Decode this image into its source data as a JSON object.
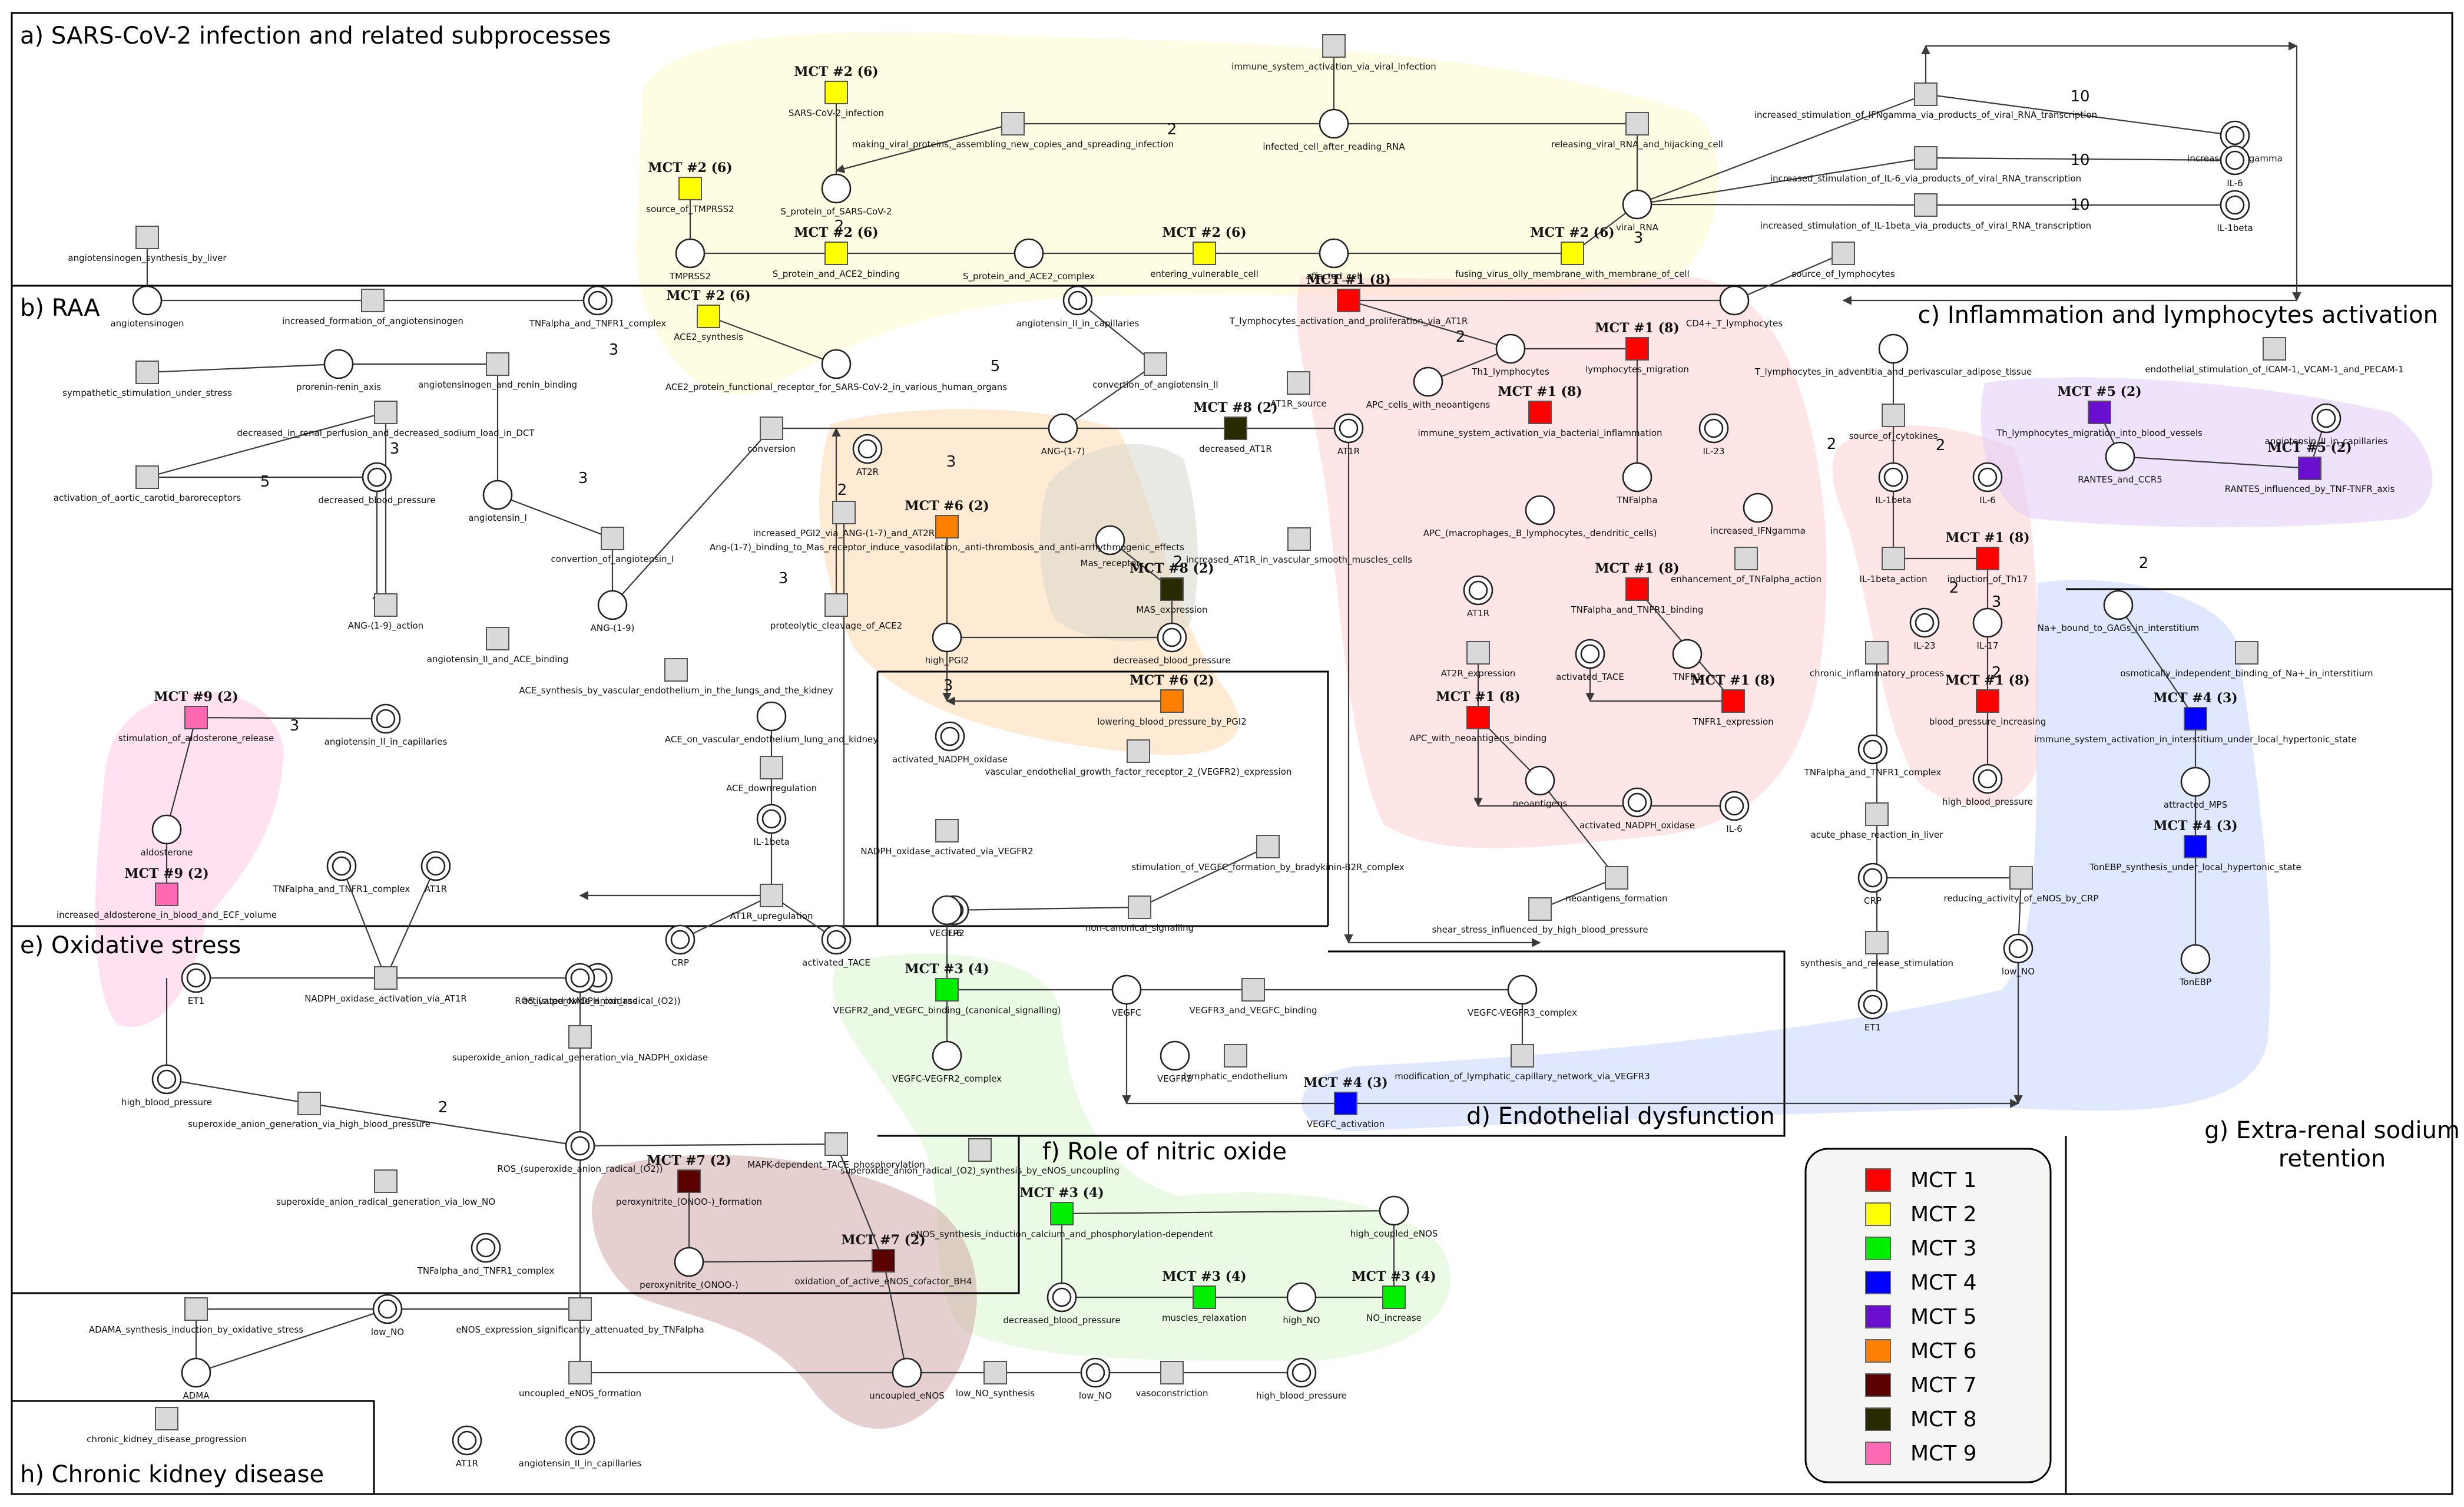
{
  "regions": [
    {
      "title": "a) SARS-CoV-2 infection and related subprocesses"
    },
    {
      "title": "b) RAA"
    },
    {
      "title": "c) Inflammation and lymphocytes activation"
    },
    {
      "title": "d) Endothelial dysfunction"
    },
    {
      "title": "e) Oxidative stress"
    },
    {
      "title": "f) Role of nitric oxide"
    },
    {
      "title": "g) Extra-renal sodium retention"
    },
    {
      "title": "h) Chronic kidney disease"
    }
  ],
  "mct_colors": {
    "MCT 1": "#ff0000",
    "MCT 2": "#ffff00",
    "MCT 3": "#00ee00",
    "MCT 4": "#0000ff",
    "MCT 5": "#6a0fcf",
    "MCT 6": "#ff8000",
    "MCT 7": "#5a0000",
    "MCT 8": "#2a2a00",
    "MCT 9": "#ff69b4"
  },
  "legend": [
    {
      "label": "MCT 1",
      "color": "#ff0000"
    },
    {
      "label": "MCT 2",
      "color": "#ffff00"
    },
    {
      "label": "MCT 3",
      "color": "#00ee00"
    },
    {
      "label": "MCT 4",
      "color": "#0000ff"
    },
    {
      "label": "MCT 5",
      "color": "#6a0fcf"
    },
    {
      "label": "MCT 6",
      "color": "#ff8000"
    },
    {
      "label": "MCT 7",
      "color": "#5a0000"
    },
    {
      "label": "MCT 8",
      "color": "#2a2a00"
    },
    {
      "label": "MCT 9",
      "color": "#ff69b4"
    }
  ],
  "places": [
    {
      "label": "S_protein_of_SARS-CoV-2",
      "double": false
    },
    {
      "label": "infected_cell_after_reading_RNA",
      "double": false
    },
    {
      "label": "viral_RNA",
      "double": false
    },
    {
      "label": "TMPRSS2",
      "double": false
    },
    {
      "label": "S_protein_and_ACE2_complex",
      "double": false
    },
    {
      "label": "affected_cell",
      "double": false
    },
    {
      "label": "increased_IFNgamma",
      "double": true
    },
    {
      "label": "IL-6",
      "double": true
    },
    {
      "label": "IL-1beta",
      "double": true
    },
    {
      "label": "angiotensinogen",
      "double": false
    },
    {
      "label": "TNFalpha_and_TNFR1_complex",
      "double": true
    },
    {
      "label": "angiotensin_II_in_capillaries",
      "double": true
    },
    {
      "label": "CD4+_T_lymphocytes",
      "double": false
    },
    {
      "label": "prorenin-renin_axis",
      "double": false
    },
    {
      "label": "ACE2_protein_functional_receptor_for_SARS-CoV-2_in_various_human_organs",
      "double": false
    },
    {
      "label": "ANG-(1-7)",
      "double": false
    },
    {
      "label": "AT1R",
      "double": true
    },
    {
      "label": "Th1_lymphocytes",
      "double": false
    },
    {
      "label": "APC_cells_with_neoantigens",
      "double": false
    },
    {
      "label": "T_lymphocytes_in_adventitia_and_perivascular_adipose_tissue",
      "double": false
    },
    {
      "label": "IL-23",
      "double": true
    },
    {
      "label": "RANTES_and_CCR5",
      "double": false
    },
    {
      "label": "angiotensin_II_in_capillaries",
      "double": true
    },
    {
      "label": "decreased_blood_pressure",
      "double": true
    },
    {
      "label": "angiotensin_I",
      "double": false
    },
    {
      "label": "AT2R",
      "double": true
    },
    {
      "label": "Mas_receptor",
      "double": false
    },
    {
      "label": "TNFalpha",
      "double": false
    },
    {
      "label": "APC_(macrophages,_B_lymphocytes,_dendritic_cells)",
      "double": false
    },
    {
      "label": "increased_IFNgamma",
      "double": false
    },
    {
      "label": "IL-1beta",
      "double": true
    },
    {
      "label": "IL-6",
      "double": true
    },
    {
      "label": "ANG-(1-9)",
      "double": false
    },
    {
      "label": "AT1R",
      "double": true
    },
    {
      "label": "high_PGI2",
      "double": false
    },
    {
      "label": "decreased_blood_pressure",
      "double": true
    },
    {
      "label": "activated_TACE",
      "double": true
    },
    {
      "label": "TNFR1",
      "double": false
    },
    {
      "label": "IL-23",
      "double": true
    },
    {
      "label": "IL-17",
      "double": false
    },
    {
      "label": "Na+_bound_to_GAGs_in_interstitium",
      "double": false
    },
    {
      "label": "angiotensin_II_in_capillaries",
      "double": true
    },
    {
      "label": "ACE_on_vascular_endothelium_lung_and_kidney",
      "double": false
    },
    {
      "label": "activated_NADPH_oxidase",
      "double": true
    },
    {
      "label": "aldosterone",
      "double": false
    },
    {
      "label": "neoantigens",
      "double": false
    },
    {
      "label": "TNFalpha_and_TNFR1_complex",
      "double": true
    },
    {
      "label": "high_blood_pressure",
      "double": true
    },
    {
      "label": "attracted_MPS",
      "double": false
    },
    {
      "label": "TNFalpha_and_TNFR1_complex",
      "double": true
    },
    {
      "label": "IL-1beta",
      "double": true
    },
    {
      "label": "ROS_(superoxide_anion_radical_(O2))",
      "double": true
    },
    {
      "label": "IL-6",
      "double": true
    },
    {
      "label": "activated_NADPH_oxidase",
      "double": true
    },
    {
      "label": "IL-6",
      "double": true
    },
    {
      "label": "AT1R",
      "double": true
    },
    {
      "label": "VEGFR2",
      "double": false
    },
    {
      "label": "CRP",
      "double": true
    },
    {
      "label": "CRP",
      "double": true
    },
    {
      "label": "activated_TACE",
      "double": true
    },
    {
      "label": "ET1",
      "double": true
    },
    {
      "label": "activated_NADPH_oxidase",
      "double": true
    },
    {
      "label": "VEGFC-VEGFR2_complex",
      "double": false
    },
    {
      "label": "VEGFC",
      "double": false
    },
    {
      "label": "VEGFC-VEGFR3_complex",
      "double": false
    },
    {
      "label": "TonEBP",
      "double": false
    },
    {
      "label": "low_NO",
      "double": true
    },
    {
      "label": "ET1",
      "double": true
    },
    {
      "label": "high_blood_pressure",
      "double": true
    },
    {
      "label": "VEGFR3",
      "double": false
    },
    {
      "label": "ROS_(superoxide_anion_radical_(O2))",
      "double": true
    },
    {
      "label": "high_coupled_eNOS",
      "double": false
    },
    {
      "label": "TNFalpha_and_TNFR1_complex",
      "double": true
    },
    {
      "label": "peroxynitrite_(ONOO-)",
      "double": false
    },
    {
      "label": "decreased_blood_pressure",
      "double": true
    },
    {
      "label": "high_NO",
      "double": false
    },
    {
      "label": "low_NO",
      "double": true
    },
    {
      "label": "ADMA",
      "double": false
    },
    {
      "label": "uncoupled_eNOS",
      "double": false
    },
    {
      "label": "low_NO",
      "double": true
    },
    {
      "label": "high_blood_pressure",
      "double": true
    },
    {
      "label": "AT1R",
      "double": true
    },
    {
      "label": "angiotensin_II_in_capillaries",
      "double": true
    }
  ],
  "transitions": [
    {
      "label": "immune_system_activation_via_viral_infection",
      "mct": ""
    },
    {
      "label": "SARS-CoV-2_infection",
      "mct": "MCT #2 (6)"
    },
    {
      "label": "making_viral_proteins,_assembling_new_copies_and_spreading_infection",
      "mct": ""
    },
    {
      "label": "releasing_viral_RNA_and_hijacking_cell",
      "mct": ""
    },
    {
      "label": "increased_stimulation_of_IFNgamma_via_products_of_viral_RNA_transcription",
      "mct": ""
    },
    {
      "label": "increased_stimulation_of_IL-6_via_products_of_viral_RNA_transcription",
      "mct": ""
    },
    {
      "label": "increased_stimulation_of_IL-1beta_via_products_of_viral_RNA_transcription",
      "mct": ""
    },
    {
      "label": "source_of_TMPRSS2",
      "mct": "MCT #2 (6)"
    },
    {
      "label": "angiotensinogen_synthesis_by_liver",
      "mct": ""
    },
    {
      "label": "S_protein_and_ACE2_binding",
      "mct": "MCT #2 (6)"
    },
    {
      "label": "entering_vulnerable_cell",
      "mct": "MCT #2 (6)"
    },
    {
      "label": "fusing_virus_olly_membrane_with_membrane_of_cell",
      "mct": "MCT #2 (6)"
    },
    {
      "label": "source_of_lymphocytes",
      "mct": ""
    },
    {
      "label": "increased_formation_of_angiotensinogen",
      "mct": ""
    },
    {
      "label": "ACE2_synthesis",
      "mct": "MCT #2 (6)"
    },
    {
      "label": "T_lymphocytes_activation_and_proliferation_via_AT1R",
      "mct": "MCT #1 (8)"
    },
    {
      "label": "sympathetic_stimulation_under_stress",
      "mct": ""
    },
    {
      "label": "angiotensinogen_and_renin_binding",
      "mct": ""
    },
    {
      "label": "convertion_of_angiotensin_II",
      "mct": ""
    },
    {
      "label": "lymphocytes_migration",
      "mct": "MCT #1 (8)"
    },
    {
      "label": "endothelial_stimulation_of_ICAM-1,_VCAM-1_and_PECAM-1",
      "mct": ""
    },
    {
      "label": "decreased_in_renal_perfusion_and_decreased_sodium_load_in_DCT",
      "mct": ""
    },
    {
      "label": "AT1R_source",
      "mct": ""
    },
    {
      "label": "Th_lymphocytes_migration_into_blood_vessels",
      "mct": "MCT #5 (2)"
    },
    {
      "label": "conversion",
      "mct": ""
    },
    {
      "label": "decreased_AT1R",
      "mct": "MCT #8 (2)"
    },
    {
      "label": "immune_system_activation_via_bacterial_inflammation",
      "mct": "MCT #1 (8)"
    },
    {
      "label": "source_of_cytokines",
      "mct": ""
    },
    {
      "label": "activation_of_aortic_carotid_baroreceptors",
      "mct": ""
    },
    {
      "label": "Ang-(1-7)_binding_to_Mas_receptor_induce_vasodilation,_anti-thrombosis_and_anti-arrhythmogenic_effects",
      "mct": "MCT #6 (2)"
    },
    {
      "label": "RANTES_influenced_by_TNF-TNFR_axis",
      "mct": "MCT #5 (2)"
    },
    {
      "label": "convertion_of_angiotensin_I",
      "mct": ""
    },
    {
      "label": "increased_PGI2_via_ANG-(1-7)_and_AT2R",
      "mct": ""
    },
    {
      "label": "increased_AT1R_in_vascular_smooth_muscles_cells",
      "mct": ""
    },
    {
      "label": "enhancement_of_TNFalpha_action",
      "mct": ""
    },
    {
      "label": "IL-1beta_action",
      "mct": ""
    },
    {
      "label": "induction_of_Th17",
      "mct": "MCT #1 (8)"
    },
    {
      "label": "MAS_expression",
      "mct": "MCT #8 (2)"
    },
    {
      "label": "TNFalpha_and_TNFR1_binding",
      "mct": "MCT #1 (8)"
    },
    {
      "label": "ANG-(1-9)_action",
      "mct": ""
    },
    {
      "label": "proteolytic_cleavage_of_ACE2",
      "mct": ""
    },
    {
      "label": "osmotically_independent_binding_of_Na+_in_interstitium",
      "mct": ""
    },
    {
      "label": "angiotensin_II_and_ACE_binding",
      "mct": ""
    },
    {
      "label": "AT2R_expression",
      "mct": ""
    },
    {
      "label": "chronic_inflammatory_process",
      "mct": ""
    },
    {
      "label": "TNFR1_expression",
      "mct": "MCT #1 (8)"
    },
    {
      "label": "blood_pressure_increasing",
      "mct": "MCT #1 (8)"
    },
    {
      "label": "ACE_synthesis_by_vascular_endothelium_in_the_lungs_and_the_kidney",
      "mct": ""
    },
    {
      "label": "lowering_blood_pressure_by_PGI2",
      "mct": "MCT #6 (2)"
    },
    {
      "label": "stimulation_of_aldosterone_release",
      "mct": "MCT #9 (2)"
    },
    {
      "label": "APC_with_neoantigens_binding",
      "mct": "MCT #1 (8)"
    },
    {
      "label": "immune_system_activation_in_interstitium_under_local_hypertonic_state",
      "mct": "MCT #4 (3)"
    },
    {
      "label": "vascular_endothelial_growth_factor_receptor_2_(VEGFR2)_expression",
      "mct": ""
    },
    {
      "label": "ACE_downregulation",
      "mct": ""
    },
    {
      "label": "NADPH_oxidase_activated_via_VEGFR2",
      "mct": ""
    },
    {
      "label": "acute_phase_reaction_in_liver",
      "mct": ""
    },
    {
      "label": "TonEBP_synthesis_under_local_hypertonic_state",
      "mct": "MCT #4 (3)"
    },
    {
      "label": "stimulation_of_VEGFC_formation_by_bradykinin-B2R_complex",
      "mct": ""
    },
    {
      "label": "neoantigens_formation",
      "mct": ""
    },
    {
      "label": "reducing_activity_of_eNOS_by_CRP",
      "mct": ""
    },
    {
      "label": "increased_aldosterone_in_blood_and_ECF_volume",
      "mct": "MCT #9 (2)"
    },
    {
      "label": "AT1R_upregulation",
      "mct": ""
    },
    {
      "label": "non-canonical_signalling",
      "mct": ""
    },
    {
      "label": "shear_stress_influenced_by_high_blood_pressure",
      "mct": ""
    },
    {
      "label": "synthesis_and_release_stimulation",
      "mct": ""
    },
    {
      "label": "NADPH_oxidase_activation_via_AT1R",
      "mct": ""
    },
    {
      "label": "VEGFR2_and_VEGFC_binding_(canonical_signalling)",
      "mct": "MCT #3 (4)"
    },
    {
      "label": "VEGFR3_and_VEGFC_binding",
      "mct": ""
    },
    {
      "label": "superoxide_anion_radical_generation_via_NADPH_oxidase",
      "mct": ""
    },
    {
      "label": "superoxide_anion_generation_via_high_blood_pressure",
      "mct": ""
    },
    {
      "label": "modification_of_lymphatic_capillary_network_via_VEGFR3",
      "mct": ""
    },
    {
      "label": "lymphatic_endothelium",
      "mct": ""
    },
    {
      "label": "MAPK-dependent_TACE_phosphorylation",
      "mct": ""
    },
    {
      "label": "VEGFC_activation",
      "mct": "MCT #4 (3)"
    },
    {
      "label": "superoxide_anion_radical_(O2)_synthesis_by_eNOS_uncoupling",
      "mct": ""
    },
    {
      "label": "peroxynitrite_(ONOO-)_formation",
      "mct": "MCT #7 (2)"
    },
    {
      "label": "superoxide_anion_radical_generation_via_low_NO",
      "mct": ""
    },
    {
      "label": "eNOS_synthesis_induction_calcium_and_phosphorylation-dependent",
      "mct": "MCT #3 (4)"
    },
    {
      "label": "oxidation_of_active_eNOS_cofactor_BH4",
      "mct": "MCT #7 (2)"
    },
    {
      "label": "muscles_relaxation",
      "mct": "MCT #3 (4)"
    },
    {
      "label": "NO_increase",
      "mct": "MCT #3 (4)"
    },
    {
      "label": "ADAMA_synthesis_induction_by_oxidative_stress",
      "mct": ""
    },
    {
      "label": "eNOS_expression_significantly_attenuated_by_TNFalpha",
      "mct": ""
    },
    {
      "label": "uncoupled_eNOS_formation",
      "mct": ""
    },
    {
      "label": "low_NO_synthesis",
      "mct": ""
    },
    {
      "label": "vasoconstriction",
      "mct": ""
    },
    {
      "label": "chronic_kidney_disease_progression",
      "mct": ""
    }
  ],
  "arc_weights": [
    "10",
    "10",
    "10",
    "2",
    "2",
    "3",
    "3",
    "2",
    "3",
    "5",
    "3",
    "2",
    "3",
    "2",
    "2",
    "2",
    "3",
    "2",
    "2",
    "3",
    "3",
    "3",
    "5",
    "2",
    "2"
  ]
}
